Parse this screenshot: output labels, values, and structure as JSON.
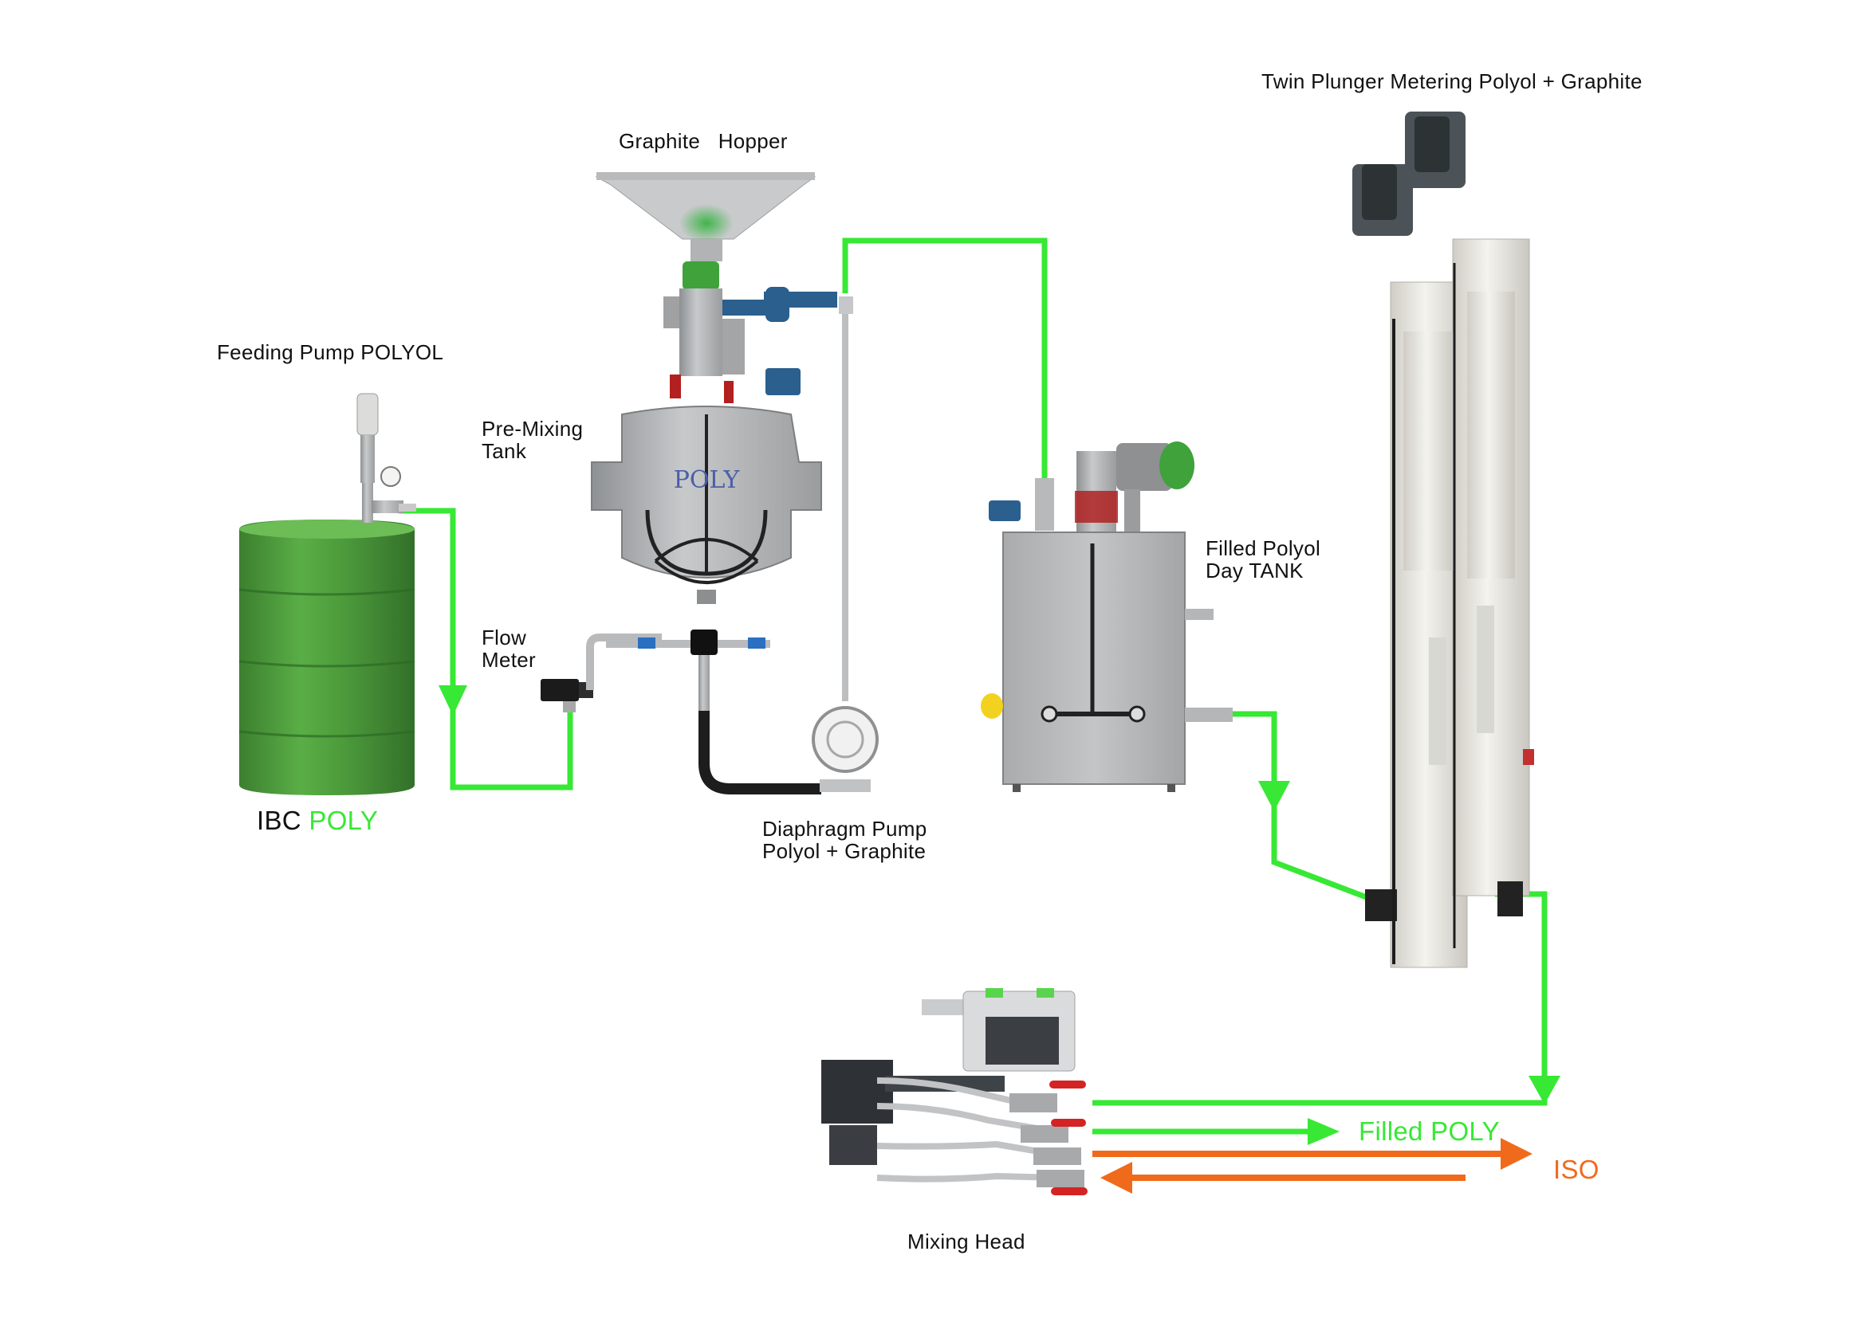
{
  "labels": {
    "twin_plunger": "Twin Plunger Metering Polyol + Graphite",
    "graphite_hopper": "Graphite   Hopper",
    "feeding_pump": "Feeding Pump POLYOL",
    "pre_mixing_line1": "Pre-Mixing",
    "pre_mixing_line2": "Tank",
    "flow_meter_line1": "Flow",
    "flow_meter_line2": "Meter",
    "filled_polyol_line1": "Filled Polyol",
    "filled_polyol_line2": "Day TANK",
    "ibc_prefix": "IBC ",
    "ibc_material": "POLY",
    "diaphragm_line1": "Diaphragm Pump",
    "diaphragm_line2": "Polyol + Graphite",
    "filled_poly": "Filled POLY",
    "iso": "ISO",
    "mixing_head": "Mixing Head",
    "tank_marking": "POLY"
  },
  "colors": {
    "polyol_line": "#37e834",
    "iso_line": "#f06a1c",
    "drum": "#4b9a3a",
    "steel": "#b9bbbd",
    "machine_white": "#ecebe4",
    "motor_green": "#3fa23a",
    "pump_blue": "#2a5f8e"
  }
}
